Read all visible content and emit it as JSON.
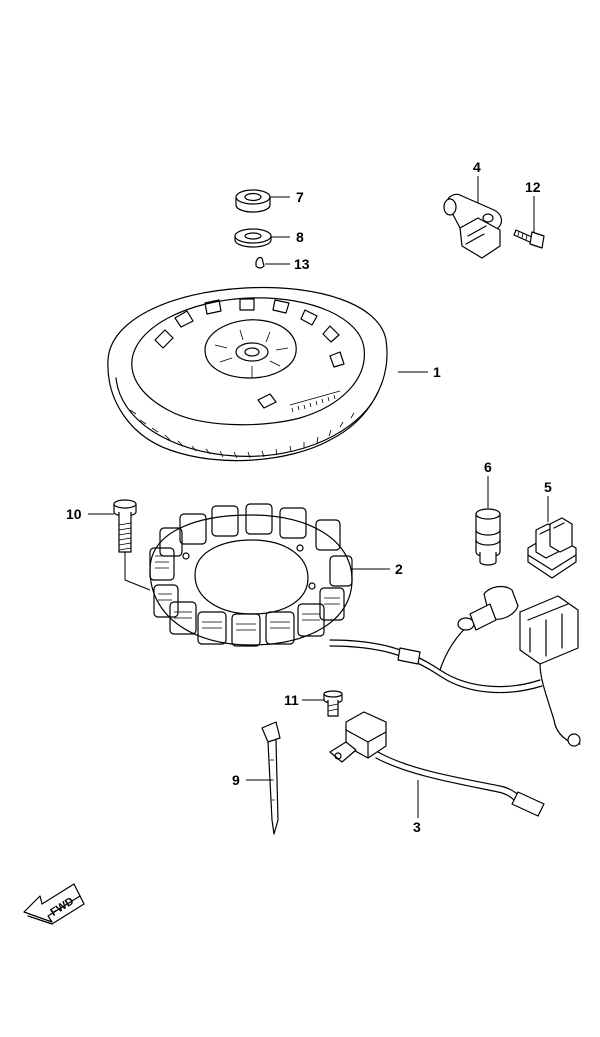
{
  "callouts": [
    {
      "id": "c7",
      "number": "7"
    },
    {
      "id": "c8",
      "number": "8"
    },
    {
      "id": "c13",
      "number": "13"
    },
    {
      "id": "c4",
      "number": "4"
    },
    {
      "id": "c12",
      "number": "12"
    },
    {
      "id": "c1",
      "number": "1"
    },
    {
      "id": "c6",
      "number": "6"
    },
    {
      "id": "c5",
      "number": "5"
    },
    {
      "id": "c10",
      "number": "10"
    },
    {
      "id": "c2",
      "number": "2"
    },
    {
      "id": "c11",
      "number": "11"
    },
    {
      "id": "c9",
      "number": "9"
    },
    {
      "id": "c3",
      "number": "3"
    }
  ],
  "direction_indicator": {
    "label": "FWD"
  }
}
